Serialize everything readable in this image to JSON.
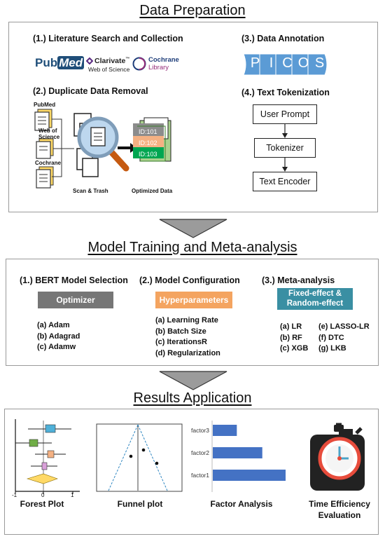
{
  "prep": {
    "title": "Data Preparation",
    "step1": "(1.) Literature Search and Collection",
    "logos": {
      "pubmed_a": "Pub",
      "pubmed_b": "Med",
      "clarivate": "Clarivate",
      "clarivate_tm": "™",
      "wos": "Web of Science",
      "cochrane": "Cochrane",
      "library": "Library"
    },
    "step2": "(2.) Duplicate Data Removal",
    "sources": [
      "PubMed",
      "Web of Science",
      "Cochrane"
    ],
    "ids": [
      "ID:101",
      "ID:102",
      "ID:103"
    ],
    "scan_label": "Scan & Trash",
    "optimized_label": "Optimized Data",
    "step3": "(3.) Data Annotation",
    "picos": [
      "P",
      "I",
      "C",
      "O",
      "S"
    ],
    "step4": "(4.) Text Tokenization",
    "flow": [
      "User Prompt",
      "Tokenizer",
      "Text Encoder"
    ]
  },
  "train": {
    "title": "Model Training and Meta-analysis",
    "col1": {
      "heading": "(1.) BERT Model Selection",
      "tag": "Optimizer",
      "items": [
        "(a) Adam",
        "(b) Adagrad",
        "(c) Adamw"
      ]
    },
    "col2": {
      "heading": "(2.) Model Configuration",
      "tag": "Hyperparameters",
      "items": [
        "(a) Learning Rate",
        "(b) Batch Size",
        "(c) IterationsR",
        "(d) Regularization"
      ]
    },
    "col3": {
      "heading": "(3.) Meta-analysis",
      "tag_line1": "Fixed-effect &",
      "tag_line2": "Random-effect",
      "items_left": [
        "(a) LR",
        "(b) RF",
        "(c) XGB"
      ],
      "items_right": [
        "(e) LASSO-LR",
        "(f) DTC",
        "(g) LKB"
      ]
    }
  },
  "results": {
    "title": "Results Application",
    "forest_caption": "Forest Plot",
    "forest_ticks": [
      "-1",
      "0",
      "1"
    ],
    "funnel_caption": "Funnel plot",
    "factor_caption": "Factor Analysis",
    "time_caption_1": "Time Efficiency",
    "time_caption_2": "Evaluation"
  },
  "chart_data": {
    "type": "bar",
    "orientation": "horizontal",
    "categories": [
      "factor3",
      "factor2",
      "factor1"
    ],
    "values": [
      0.33,
      0.68,
      1.0
    ],
    "xlim": [
      0,
      1.0
    ],
    "title": "",
    "xlabel": "",
    "ylabel": "",
    "bar_color": "#4472c4"
  },
  "colors": {
    "arrow": "#9b9b9b",
    "optimizer": "#767676",
    "hyper": "#f4a460",
    "meta": "#3a8fa3",
    "picos": "#5b9bd5",
    "id1": "#8c8c8c",
    "id2": "#f4b183",
    "id3": "#00a651"
  }
}
